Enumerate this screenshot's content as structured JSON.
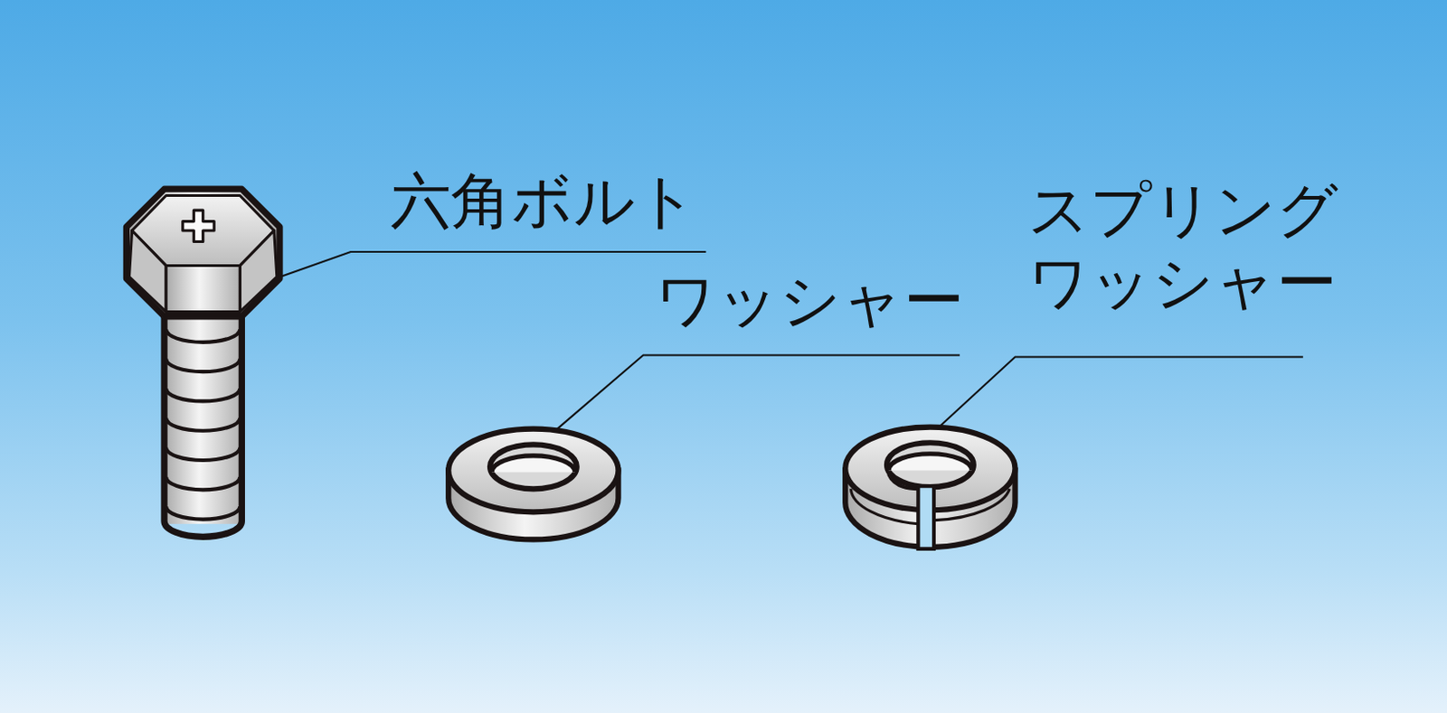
{
  "diagram": {
    "labels": [
      "六角ボルト",
      "ワッシャー",
      "スプリング ワッシャー"
    ]
  }
}
